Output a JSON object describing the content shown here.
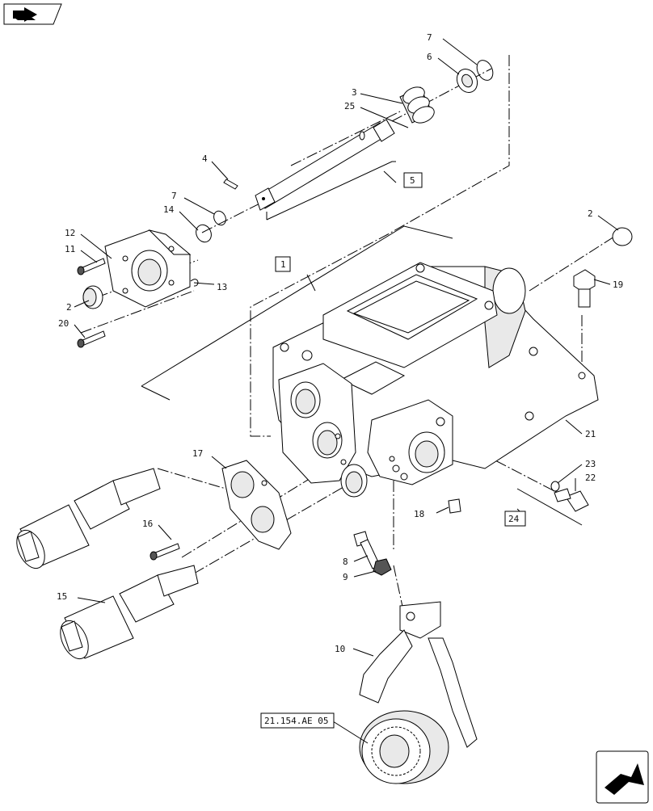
{
  "nav": {
    "prev_icon": "back-arrow-icon",
    "next_icon": "forward-arrow-icon"
  },
  "reference": {
    "label": "21.154.AE 05"
  },
  "callouts": {
    "c1": "1",
    "c2a": "2",
    "c2b": "2",
    "c3": "3",
    "c4": "4",
    "c5": "5",
    "c6": "6",
    "c7a": "7",
    "c7b": "7",
    "c8": "8",
    "c9": "9",
    "c10": "10",
    "c11": "11",
    "c12": "12",
    "c13": "13",
    "c14": "14",
    "c15": "15",
    "c16": "16",
    "c17": "17",
    "c18": "18",
    "c19": "19",
    "c20": "20",
    "c21": "21",
    "c22": "22",
    "c23": "23",
    "c24": "24",
    "c25": "25"
  }
}
